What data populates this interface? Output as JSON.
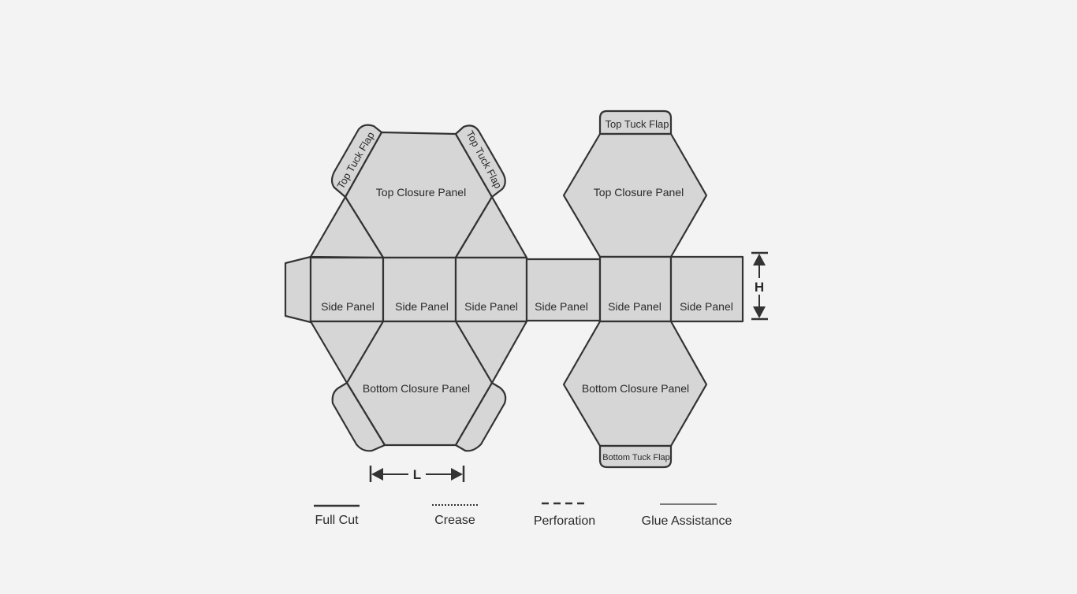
{
  "panels": {
    "left_top_tuck_flap_a": "Top Tuck Flap",
    "left_top_tuck_flap_b": "Top Tuck Flap",
    "left_top_closure": "Top Closure Panel",
    "left_bottom_closure": "Bottom Closure Panel",
    "right_top_tuck_flap": "Top Tuck Flap",
    "right_top_closure": "Top Closure Panel",
    "right_bottom_closure": "Bottom Closure Panel",
    "right_bottom_tuck_flap": "Bottom Tuck Flap",
    "side_panels": [
      "Side Panel",
      "Side Panel",
      "Side Panel",
      "Side Panel",
      "Side Panel",
      "Side Panel"
    ]
  },
  "dimensions": {
    "length": "L",
    "height": "H"
  },
  "legend": {
    "full_cut": "Full Cut",
    "crease": "Crease",
    "perforation": "Perforation",
    "glue_assistance": "Glue Assistance"
  }
}
